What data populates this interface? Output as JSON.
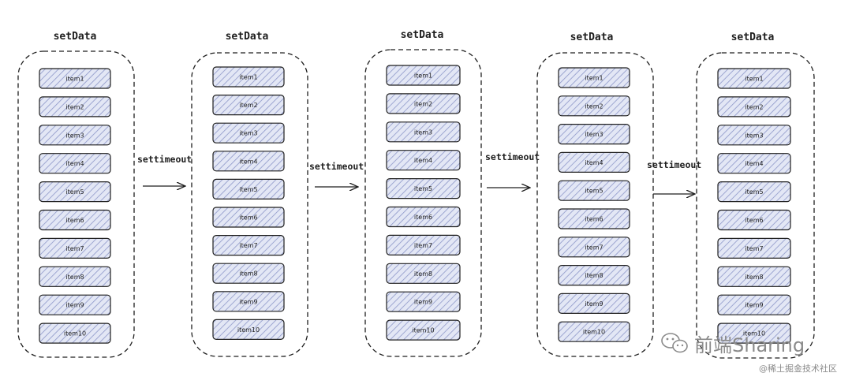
{
  "diagram": {
    "group_title": "setData",
    "arrow_label": "settimeout",
    "items": [
      "item1",
      "item2",
      "item3",
      "item4",
      "item5",
      "item6",
      "item7",
      "item8",
      "item9",
      "item10"
    ],
    "item_fill": "#cdd3ec",
    "item_hatch": "#8d97c9",
    "stroke_color": "#1e1e1e",
    "groups_count": 5,
    "arrows_count": 4
  },
  "watermark": {
    "brand": "前端Sharing",
    "source": "@稀土掘金技术社区"
  }
}
